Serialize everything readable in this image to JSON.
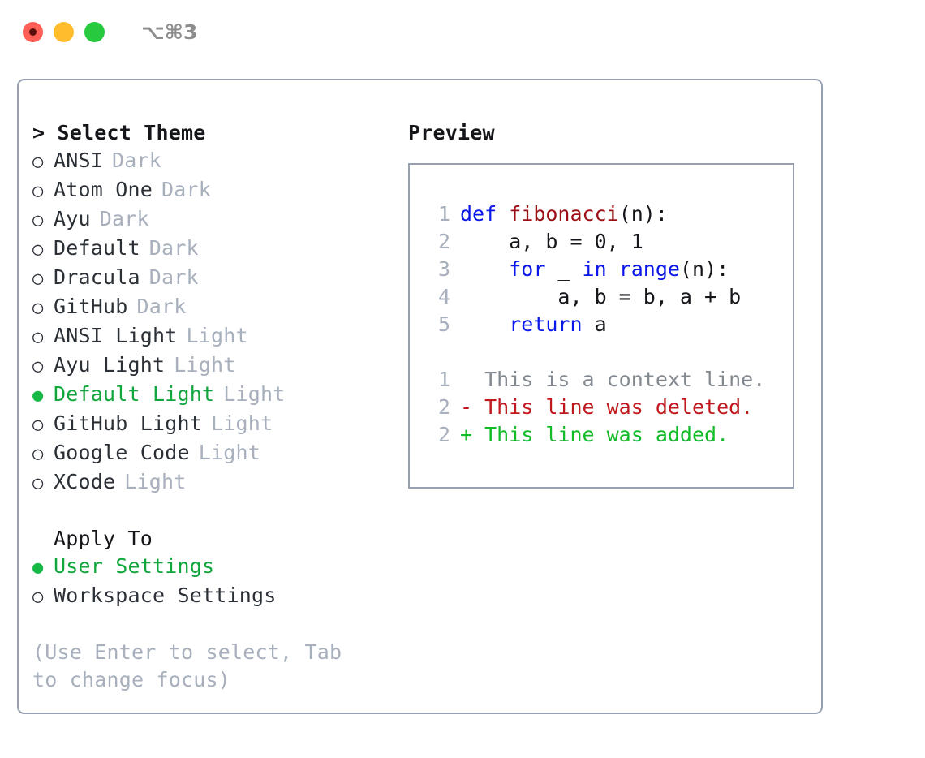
{
  "titlebar": {
    "shortcut": "⌥⌘3",
    "buttons": [
      {
        "name": "close",
        "color": "#ff5f56"
      },
      {
        "name": "minimize",
        "color": "#ffbd2e"
      },
      {
        "name": "maximize",
        "color": "#27c93f"
      }
    ]
  },
  "theme_list": {
    "header": "> Select Theme",
    "items": [
      {
        "marker": "○",
        "label": "ANSI",
        "category": "Dark",
        "selected": false
      },
      {
        "marker": "○",
        "label": "Atom One",
        "category": "Dark",
        "selected": false
      },
      {
        "marker": "○",
        "label": "Ayu",
        "category": "Dark",
        "selected": false
      },
      {
        "marker": "○",
        "label": "Default",
        "category": "Dark",
        "selected": false
      },
      {
        "marker": "○",
        "label": "Dracula",
        "category": "Dark",
        "selected": false
      },
      {
        "marker": "○",
        "label": "GitHub",
        "category": "Dark",
        "selected": false
      },
      {
        "marker": "○",
        "label": "ANSI Light",
        "category": "Light",
        "selected": false
      },
      {
        "marker": "○",
        "label": "Ayu Light",
        "category": "Light",
        "selected": false
      },
      {
        "marker": "●",
        "label": "Default Light",
        "category": "Light",
        "selected": true
      },
      {
        "marker": "○",
        "label": "GitHub Light",
        "category": "Light",
        "selected": false
      },
      {
        "marker": "○",
        "label": "Google Code",
        "category": "Light",
        "selected": false
      },
      {
        "marker": "○",
        "label": "XCode",
        "category": "Light",
        "selected": false
      }
    ]
  },
  "apply_to": {
    "title": "Apply To",
    "items": [
      {
        "marker": "●",
        "label": "User Settings",
        "selected": true
      },
      {
        "marker": "○",
        "label": "Workspace Settings",
        "selected": false
      }
    ]
  },
  "hint": "(Use Enter to select, Tab to change focus)",
  "preview": {
    "title": "Preview",
    "code_lines": [
      {
        "lineno": "1",
        "tokens": [
          {
            "text": "def ",
            "kind": "kw"
          },
          {
            "text": "fibonacci",
            "kind": "fn"
          },
          {
            "text": "(n):",
            "kind": "plain"
          }
        ]
      },
      {
        "lineno": "2",
        "tokens": [
          {
            "text": "    a, b = 0, 1",
            "kind": "plain"
          }
        ]
      },
      {
        "lineno": "3",
        "tokens": [
          {
            "text": "    ",
            "kind": "plain"
          },
          {
            "text": "for",
            "kind": "kw"
          },
          {
            "text": " _ ",
            "kind": "plain"
          },
          {
            "text": "in",
            "kind": "kw"
          },
          {
            "text": " ",
            "kind": "plain"
          },
          {
            "text": "range",
            "kind": "kw"
          },
          {
            "text": "(n):",
            "kind": "plain"
          }
        ]
      },
      {
        "lineno": "4",
        "tokens": [
          {
            "text": "        a, b = b, a + b",
            "kind": "plain"
          }
        ]
      },
      {
        "lineno": "5",
        "tokens": [
          {
            "text": "    ",
            "kind": "plain"
          },
          {
            "text": "return",
            "kind": "kw"
          },
          {
            "text": " a",
            "kind": "plain"
          }
        ]
      }
    ],
    "diff_lines": [
      {
        "lineno": "1",
        "text": "  This is a context line.",
        "kind": "ctx"
      },
      {
        "lineno": "2",
        "text": "- This line was deleted.",
        "kind": "del"
      },
      {
        "lineno": "2",
        "text": "+ This line was added.",
        "kind": "add"
      }
    ]
  },
  "colors": {
    "accent_green": "#11a63c",
    "muted": "#a8b0bd",
    "border": "#97a0b0",
    "keyword": "#0a17e8",
    "function": "#9c0f15",
    "diff_add": "#12bb28",
    "diff_del": "#c0181d"
  }
}
